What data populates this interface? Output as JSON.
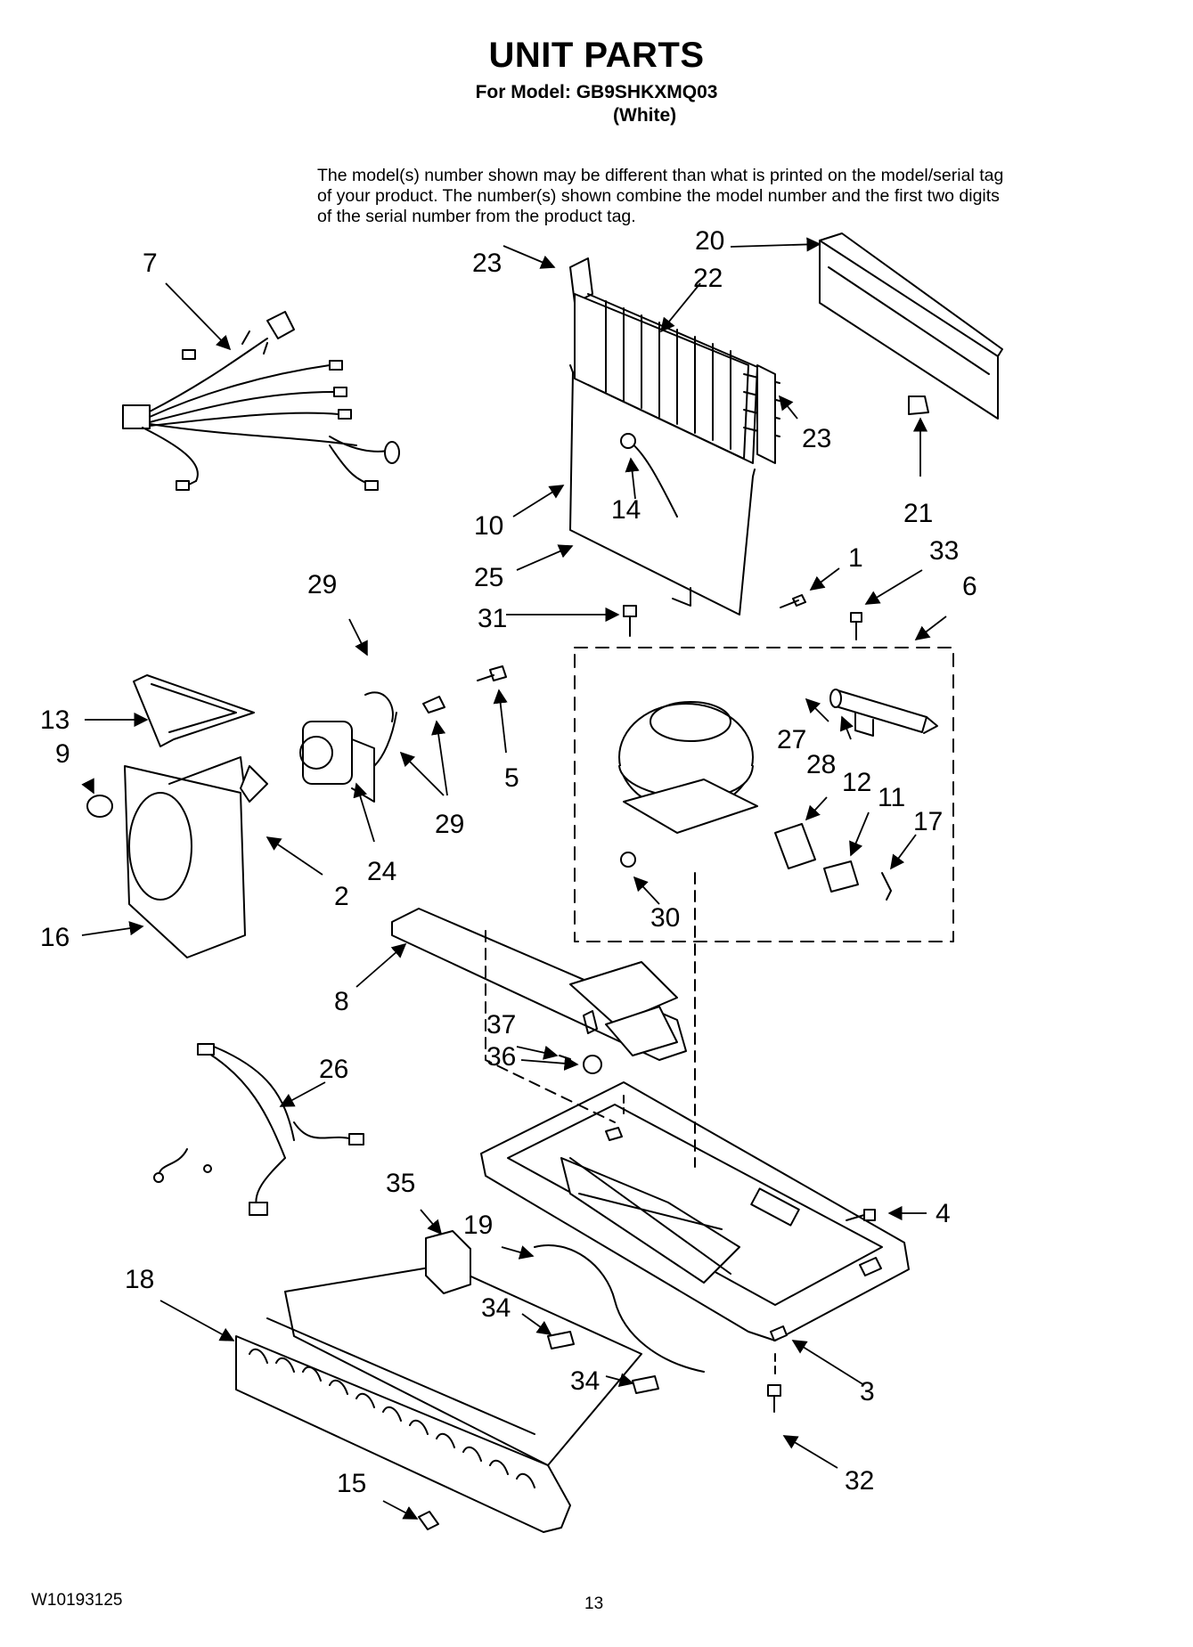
{
  "header": {
    "title": "UNIT PARTS",
    "model_line": "For Model: GB9SHKXMQ03",
    "color": "(White)"
  },
  "note": "The model(s) number shown may be different than what is printed on the model/serial tag of your product. The number(s) shown combine the model number and the first two digits of the serial number from the product tag.",
  "footer": {
    "document_number": "W10193125",
    "page_number": "13"
  },
  "callouts": {
    "c1": "1",
    "c2": "2",
    "c3": "3",
    "c4": "4",
    "c5": "5",
    "c6": "6",
    "c7": "7",
    "c8": "8",
    "c9": "9",
    "c10": "10",
    "c11": "11",
    "c12": "12",
    "c13": "13",
    "c14": "14",
    "c15": "15",
    "c16": "16",
    "c17": "17",
    "c18": "18",
    "c19": "19",
    "c20": "20",
    "c21": "21",
    "c22": "22",
    "c23a": "23",
    "c23b": "23",
    "c24": "24",
    "c25": "25",
    "c26": "26",
    "c27": "27",
    "c28": "28",
    "c29a": "29",
    "c29b": "29",
    "c30": "30",
    "c31": "31",
    "c32": "32",
    "c33": "33",
    "c34a": "34",
    "c34b": "34",
    "c35": "35",
    "c36": "36",
    "c37": "37"
  }
}
